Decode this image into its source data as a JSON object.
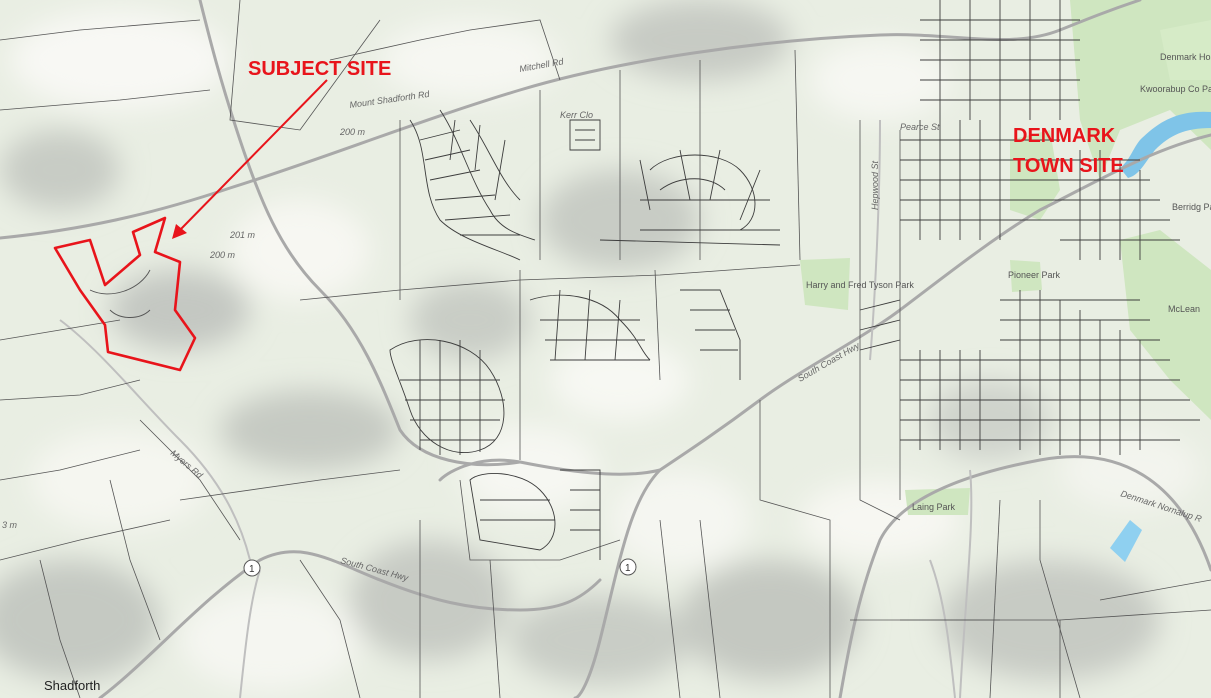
{
  "map": {
    "colors": {
      "background": "#e8ede2",
      "terrain_light": "#f4f5f0",
      "terrain_shadow": "#c9cdc6",
      "park": "#cfe6c0",
      "water": "#7fc4e8",
      "road": "#b5b5b5",
      "cadastre": "#444444",
      "highlight": "#e8141b"
    },
    "annotations": {
      "subject_site": "SUBJECT SITE",
      "town_line1": "DENMARK",
      "town_line2": "TOWN SITE"
    },
    "labels": {
      "shadforth": "Shadforth",
      "south_coast_hwy_1": "South Coast Hwy",
      "south_coast_hwy_2": "South Coast Hwy",
      "mount_shadforth_rd": "Mount Shadforth Rd",
      "denmark_nornalup": "Denmark Nornalup R",
      "mitchell_rd": "Mitchell Rd",
      "myers_rd": "Myers Rd",
      "pearce_st": "Pearce St",
      "hepwood_st": "Hepwood St",
      "laing_park": "Laing Park",
      "pioneer_park": "Pioneer Park",
      "harry_park": "Harry and Fred Tyson Park",
      "denmark_hospital": "Denmark Hospital",
      "kwoorabup": "Kwoorabup Co Park",
      "mclean": "McLean",
      "berridge": "Berridg Park",
      "kerr_close": "Kerr Clo",
      "elev_200": "200 m",
      "elev_201": "201 m",
      "elev_200b": "200 m",
      "elev_3": "3 m",
      "hwy_1": "1",
      "hwy_1b": "1"
    }
  }
}
